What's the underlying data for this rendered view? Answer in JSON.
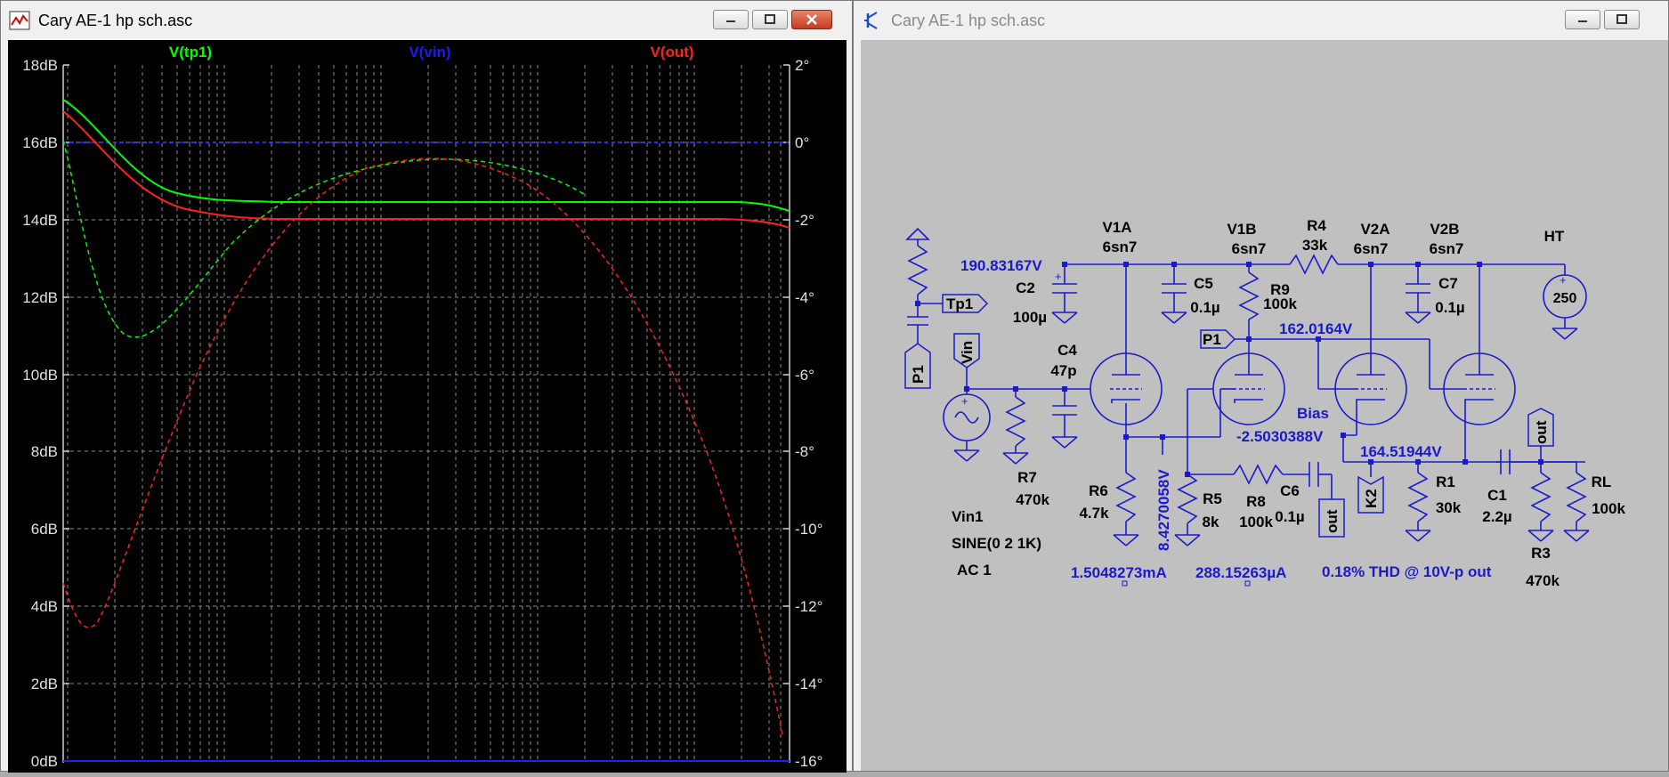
{
  "plot_window": {
    "title": "Cary AE-1 hp sch.asc",
    "traces": [
      {
        "label": "V(tp1)",
        "color": "#00ff00"
      },
      {
        "label": "V(vin)",
        "color": "#0000ff"
      },
      {
        "label": "V(out)",
        "color": "#ff0000"
      }
    ],
    "left_axis_ticks": [
      "18dB",
      "16dB",
      "14dB",
      "12dB",
      "10dB",
      "8dB",
      "6dB",
      "4dB",
      "2dB",
      "0dB"
    ],
    "right_axis_ticks": [
      "2°",
      "0°",
      "-2°",
      "-4°",
      "-6°",
      "-8°",
      "-10°",
      "-12°",
      "-14°",
      "-16°"
    ]
  },
  "schematic_window": {
    "title": "Cary AE-1 hp sch.asc",
    "labels": {
      "v1a": "V1A",
      "v1a_type": "6sn7",
      "v1b": "V1B",
      "v1b_type": "6sn7",
      "v2a": "V2A",
      "v2a_type": "6sn7",
      "v2b": "V2B",
      "v2b_type": "6sn7",
      "r4": "R4",
      "r4_val": "33k",
      "ht": "HT",
      "ht_val": "250",
      "node_v1": "190.83167V",
      "c2": "C2",
      "c2_val": "100µ",
      "c5": "C5",
      "c5_val": "0.1µ",
      "r9": "R9",
      "r9_val": "100k",
      "c7": "C7",
      "c7_val": "0.1µ",
      "tp1": "Tp1",
      "p1": "P1",
      "p1_tag": "P1",
      "vin_tag": "Vin",
      "c4": "C4",
      "c4_val": "47p",
      "node_v2": "162.0164V",
      "bias": "Bias",
      "node_v3": "-2.5030388V",
      "node_v4": "164.51944V",
      "out_tag": "out",
      "out_tag2": "out",
      "k2_tag": "K2",
      "r7": "R7",
      "r7_val": "470k",
      "r6": "R6",
      "r6_val": "4.7k",
      "node_v5": "8.4270058V",
      "r5": "R5",
      "r5_val": "8k",
      "r8": "R8",
      "r8_val": "100k",
      "c6": "C6",
      "c6_val": "0.1µ",
      "r1": "R1",
      "r1_val": "30k",
      "c1": "C1",
      "c1_val": "2.2µ",
      "rl": "RL",
      "rl_val": "100k",
      "r3": "R3",
      "r3_val": "470k",
      "vin1": "Vin1",
      "vin1_sine": "SINE(0 2 1K)",
      "vin1_ac": "AC 1",
      "i1": "1.5048273mA",
      "i2": "288.15263µA",
      "thd": "0.18% THD @ 10V-p out"
    }
  }
}
